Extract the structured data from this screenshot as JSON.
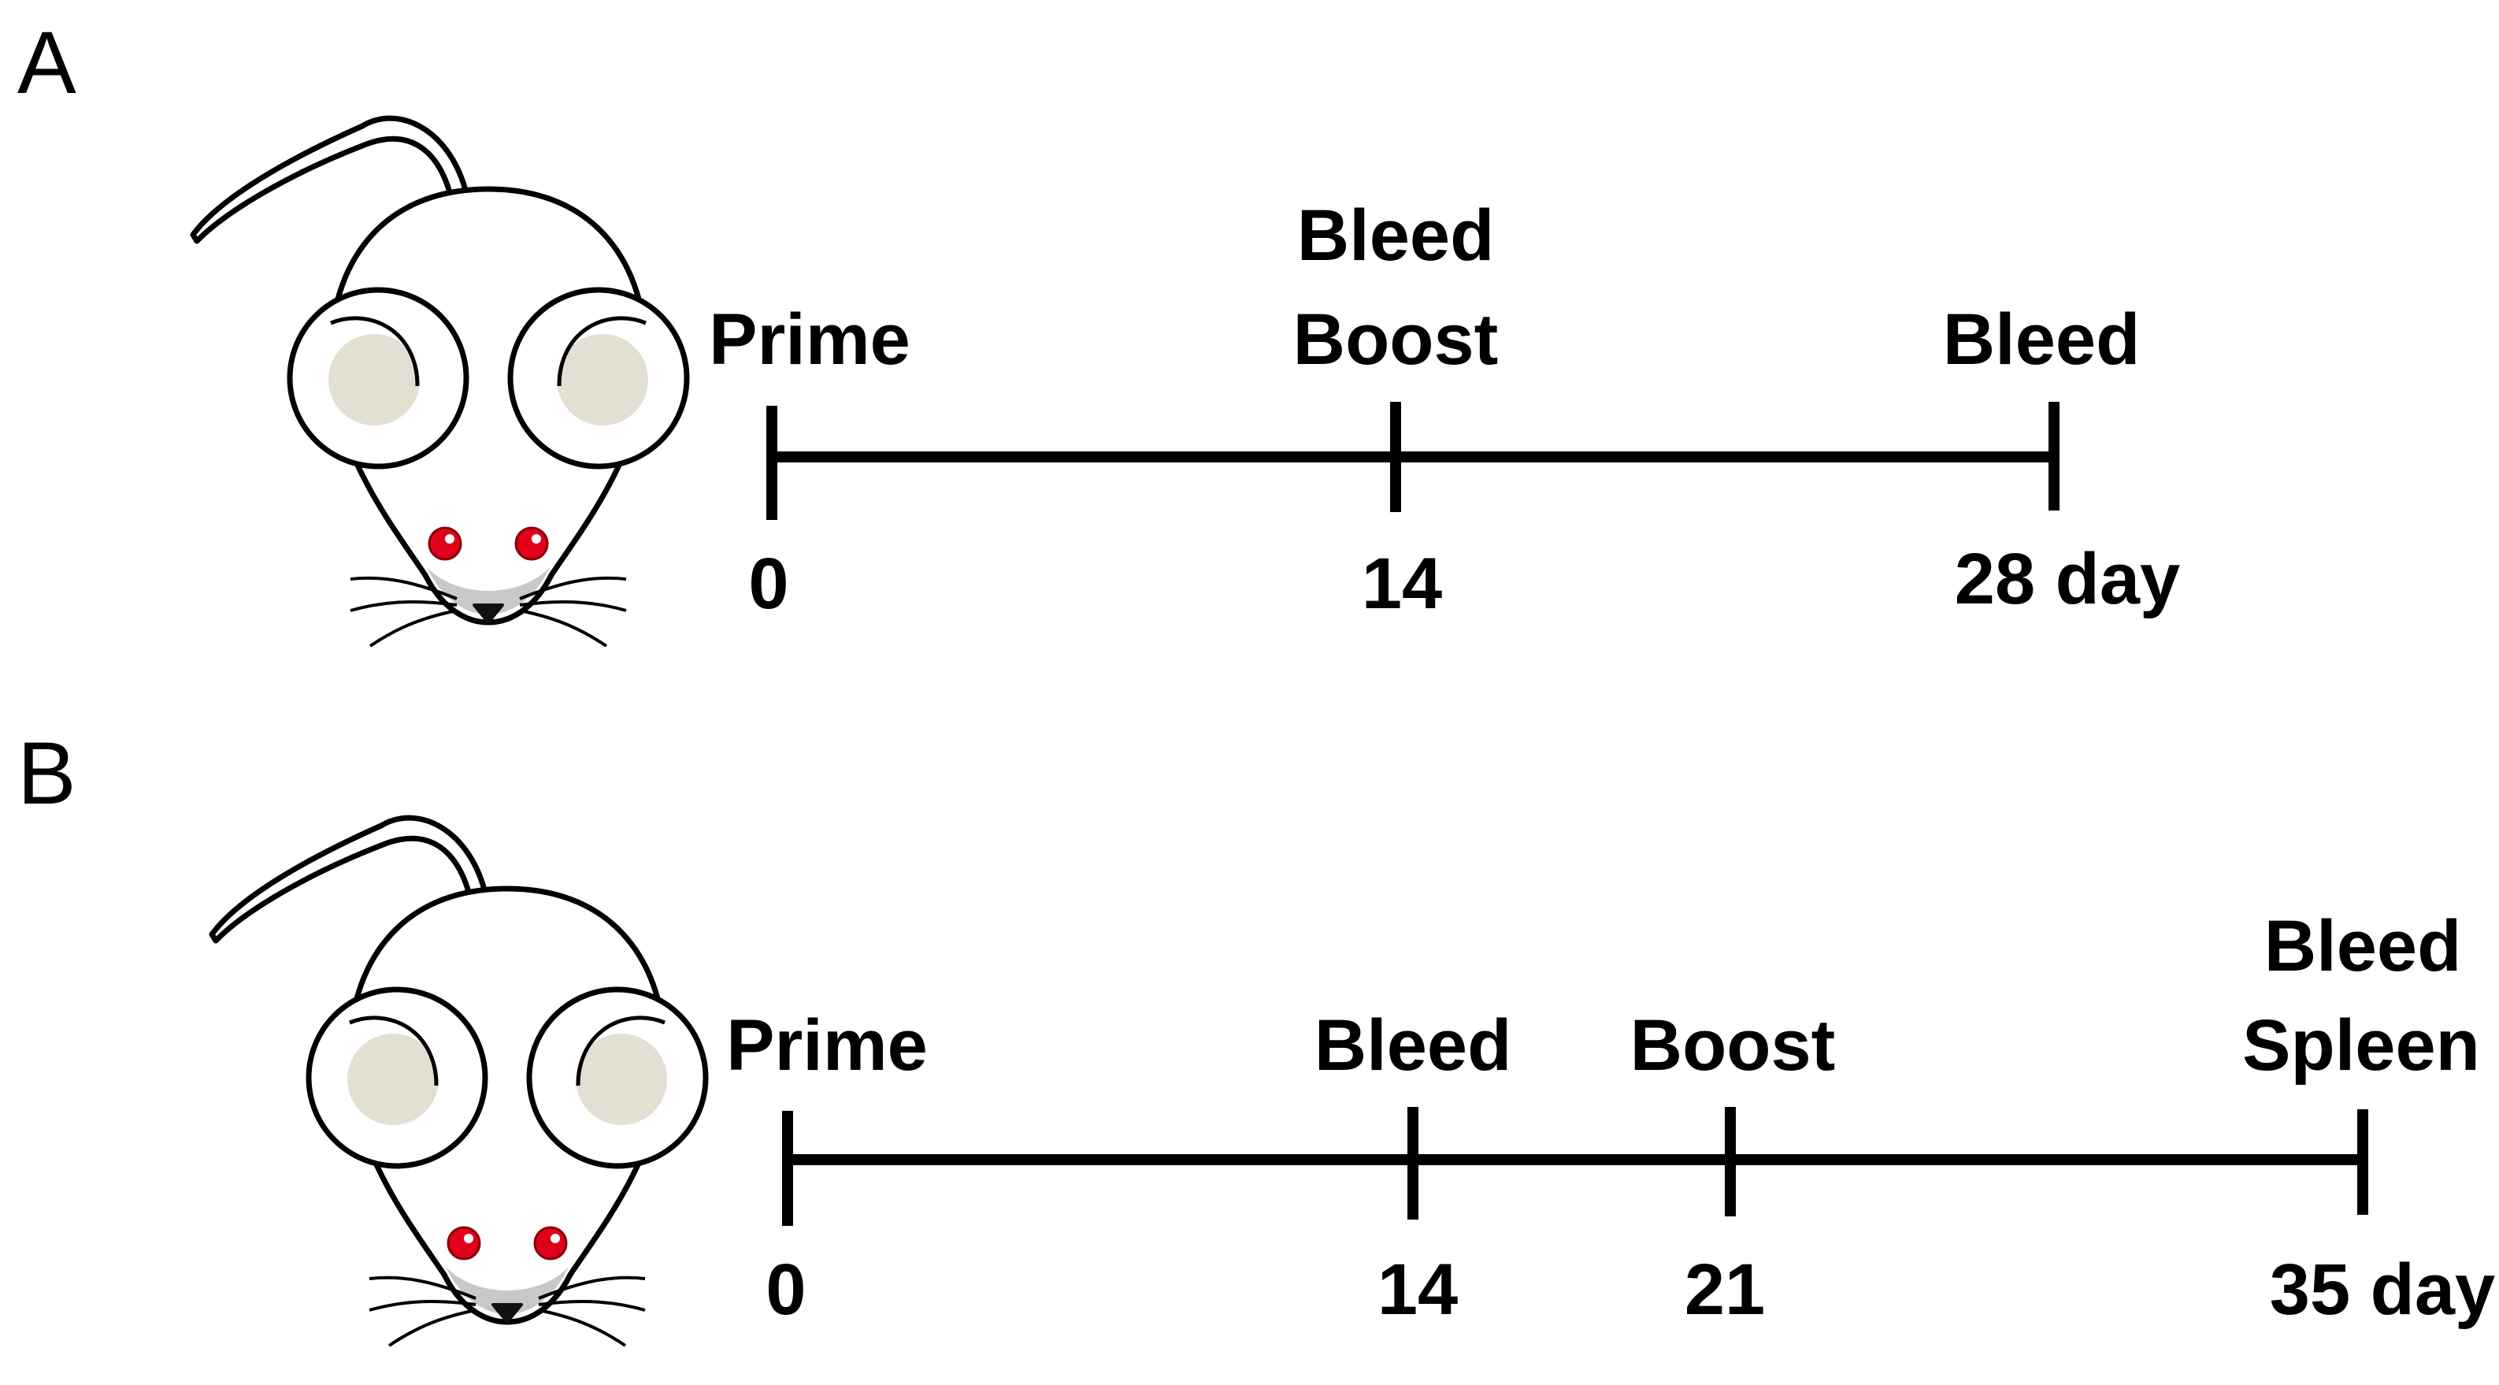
{
  "panels": [
    {
      "letter": "A",
      "events": [
        {
          "day": 0,
          "labels": [
            "Prime"
          ],
          "tick": "0"
        },
        {
          "day": 14,
          "labels": [
            "Bleed",
            "Boost"
          ],
          "tick": "14"
        },
        {
          "day": 28,
          "labels": [
            "Bleed"
          ],
          "tick": "28 day"
        }
      ]
    },
    {
      "letter": "B",
      "events": [
        {
          "day": 0,
          "labels": [
            "Prime"
          ],
          "tick": "0"
        },
        {
          "day": 14,
          "labels": [
            "Bleed"
          ],
          "tick": "14"
        },
        {
          "day": 21,
          "labels": [
            "Boost"
          ],
          "tick": "21"
        },
        {
          "day": 35,
          "labels": [
            "Bleed",
            "Spleen"
          ],
          "tick": "35 day"
        }
      ]
    }
  ],
  "colors": {
    "line": "#000000",
    "mouse_body": "#ffffff",
    "mouse_ear_inner": "#e3dfd2",
    "mouse_nose_area": "#c8c8c8",
    "mouse_eye": "#e0001b"
  }
}
